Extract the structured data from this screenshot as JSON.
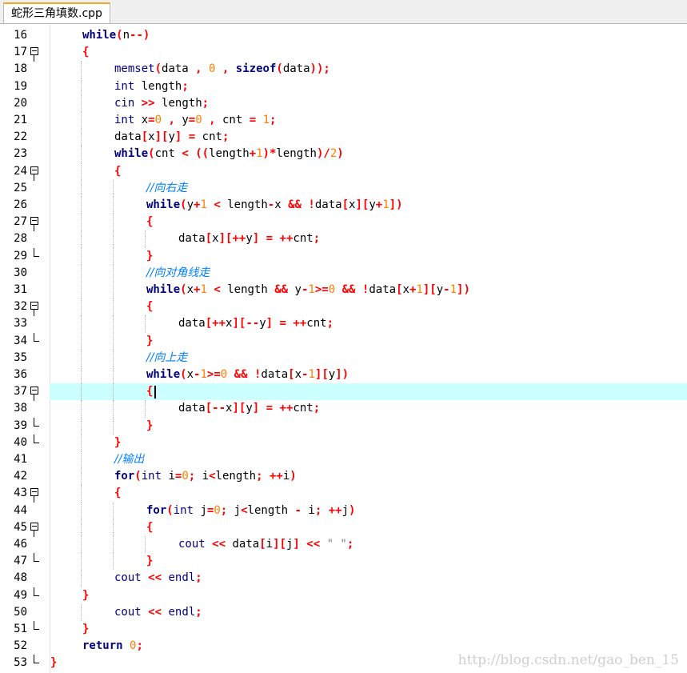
{
  "tab": {
    "label": "蛇形三角填数.cpp"
  },
  "lines": [
    {
      "n": "16",
      "t": "while(n--)"
    },
    {
      "n": "17",
      "t": "{"
    },
    {
      "n": "18",
      "t": "memset(data , 0 , sizeof(data));"
    },
    {
      "n": "19",
      "t": "int length;"
    },
    {
      "n": "20",
      "t": "cin >> length;"
    },
    {
      "n": "21",
      "t": "int x=0 , y=0 , cnt = 1;"
    },
    {
      "n": "22",
      "t": "data[x][y] = cnt;"
    },
    {
      "n": "23",
      "t": "while(cnt < ((length+1)*length)/2)"
    },
    {
      "n": "24",
      "t": "{"
    },
    {
      "n": "25",
      "t": "//向右走"
    },
    {
      "n": "26",
      "t": "while(y+1 < length-x && !data[x][y+1])"
    },
    {
      "n": "27",
      "t": "{"
    },
    {
      "n": "28",
      "t": "data[x][++y] = ++cnt;"
    },
    {
      "n": "29",
      "t": "}"
    },
    {
      "n": "30",
      "t": "//向对角线走"
    },
    {
      "n": "31",
      "t": "while(x+1 < length && y-1>=0 && !data[x+1][y-1])"
    },
    {
      "n": "32",
      "t": "{"
    },
    {
      "n": "33",
      "t": "data[++x][--y] = ++cnt;"
    },
    {
      "n": "34",
      "t": "}"
    },
    {
      "n": "35",
      "t": "//向上走"
    },
    {
      "n": "36",
      "t": "while(x-1>=0 && !data[x-1][y])"
    },
    {
      "n": "37",
      "t": "{"
    },
    {
      "n": "38",
      "t": "data[--x][y] = ++cnt;"
    },
    {
      "n": "39",
      "t": "}"
    },
    {
      "n": "40",
      "t": "}"
    },
    {
      "n": "41",
      "t": "//输出"
    },
    {
      "n": "42",
      "t": "for(int i=0; i<length; ++i)"
    },
    {
      "n": "43",
      "t": "{"
    },
    {
      "n": "44",
      "t": "for(int j=0; j<length - i; ++j)"
    },
    {
      "n": "45",
      "t": "{"
    },
    {
      "n": "46",
      "t": "cout << data[i][j] << \" \";"
    },
    {
      "n": "47",
      "t": "}"
    },
    {
      "n": "48",
      "t": "cout << endl;"
    },
    {
      "n": "49",
      "t": "}"
    },
    {
      "n": "50",
      "t": "cout << endl;"
    },
    {
      "n": "51",
      "t": "}"
    },
    {
      "n": "52",
      "t": "return 0;"
    },
    {
      "n": "53",
      "t": "}"
    }
  ],
  "current_line": "37",
  "watermark": "http://blog.csdn.net/gao_ben_15",
  "colors": {
    "keyword": "#000080",
    "operator": "#ff0000",
    "number": "#ff8000",
    "comment": "#0080ff",
    "current_line_bg": "#ccffff"
  },
  "icons": [
    "fold-minus-icon",
    "fold-end-icon"
  ]
}
